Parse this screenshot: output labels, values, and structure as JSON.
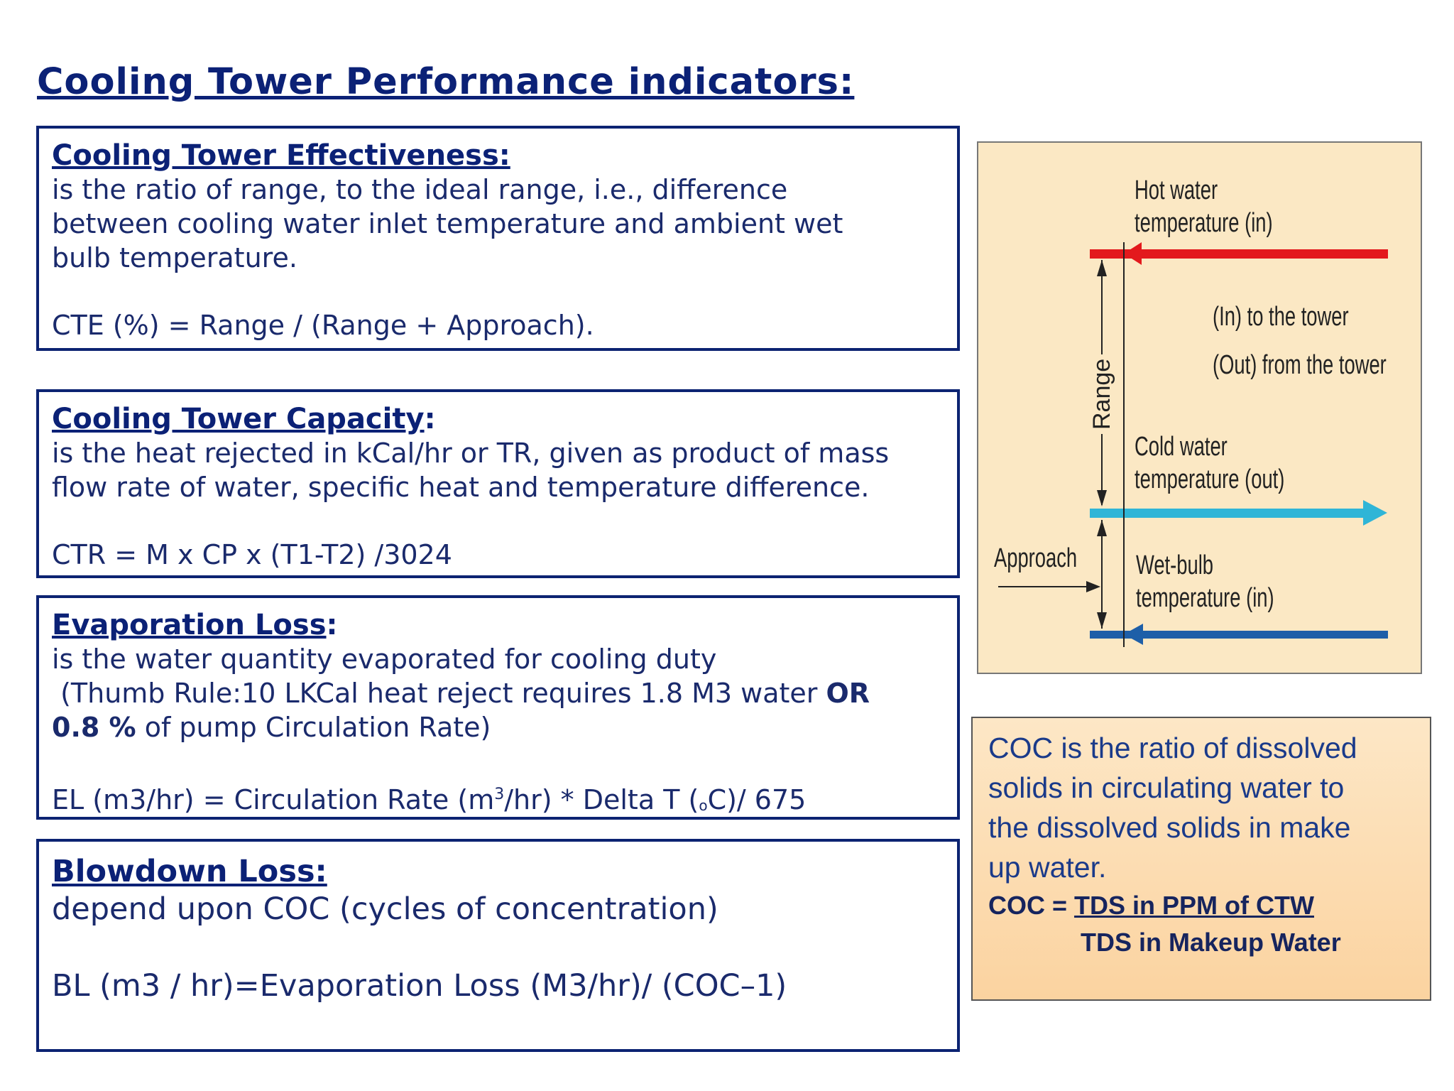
{
  "title": "Cooling Tower Performance indicators:",
  "effectiveness": {
    "heading": "Cooling Tower Effectiveness:",
    "lines": [
      "is the ratio of range, to the ideal range, i.e., difference",
      "between cooling water inlet temperature and ambient wet",
      "bulb temperature."
    ],
    "formula": "CTE (%) = Range / (Range + Approach)."
  },
  "capacity": {
    "heading": "Cooling Tower Capacity",
    "colon": ":",
    "lines": [
      "is the heat rejected in kCal/hr or TR, given as product of mass",
      "flow rate of water, specific heat and temperature difference."
    ],
    "formula": "CTR = M x CP x (T1-T2) /3024"
  },
  "evaporation": {
    "heading": "Evaporation Loss",
    "colon": ":",
    "line1": "is the water quantity evaporated for cooling duty",
    "line2_a": " (Thumb Rule:10 LKCal heat reject requires 1.8 M3 water ",
    "line2_b": "OR",
    "line3_a": "0.8 %",
    "line3_b": " of pump Circulation Rate)",
    "formula_a": "EL (m3/hr) = Circulation Rate (m",
    "formula_sup": "3",
    "formula_b": "/hr) * Delta T (",
    "formula_deg": "o",
    "formula_c": "C)/ 675"
  },
  "blowdown": {
    "heading": "Blowdown Loss:",
    "line1": "depend upon COC (cycles of concentration)",
    "formula": "BL (m3 / hr)=Evaporation Loss (M3/hr)/ (COC–1)"
  },
  "diagram": {
    "hot_water": [
      "Hot water",
      "temperature (in)"
    ],
    "in_to_tower": "(In) to the tower",
    "out_from_tower": "(Out) from the tower",
    "cold_water": [
      "Cold water",
      "temperature (out)"
    ],
    "wet_bulb": [
      "Wet-bulb",
      "temperature (in)"
    ],
    "approach": "Approach",
    "range": "Range",
    "colors": {
      "hot": "#e3191d",
      "cold": "#2fb5d7",
      "wetbulb": "#1e5fa8"
    }
  },
  "coc": {
    "text": "COC is the ratio of dissolved\nsolids in circulating water to\nthe dissolved solids in make\nup water.",
    "formula_label": "COC = ",
    "numerator": "TDS in PPM of CTW",
    "denominator": "TDS in Makeup Water"
  }
}
